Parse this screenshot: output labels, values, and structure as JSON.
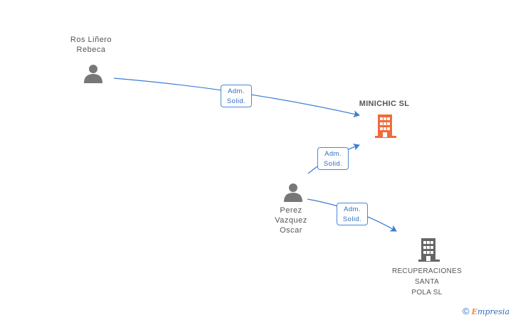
{
  "nodes": {
    "person_ros": {
      "line1": "Ros Liñero",
      "line2": "Rebeca"
    },
    "person_perez": {
      "line1": "Perez",
      "line2": "Vazquez",
      "line3": "Oscar"
    },
    "company_minichic": {
      "name": "MINICHIC SL",
      "color": "#f26b3a"
    },
    "company_recuperaciones": {
      "line1": "RECUPERACIONES",
      "line2": "SANTA",
      "line3": "POLA SL",
      "color": "#666666"
    }
  },
  "edges": {
    "e1": {
      "line1": "Adm.",
      "line2": "Solid."
    },
    "e2": {
      "line1": "Adm.",
      "line2": "Solid."
    },
    "e3": {
      "line1": "Adm.",
      "line2": "Solid."
    }
  },
  "colors": {
    "edge": "#3b7dd8",
    "person": "#777777"
  },
  "footer": {
    "copyright": "©",
    "brand_initial": "E",
    "brand_rest": "mpresia"
  }
}
